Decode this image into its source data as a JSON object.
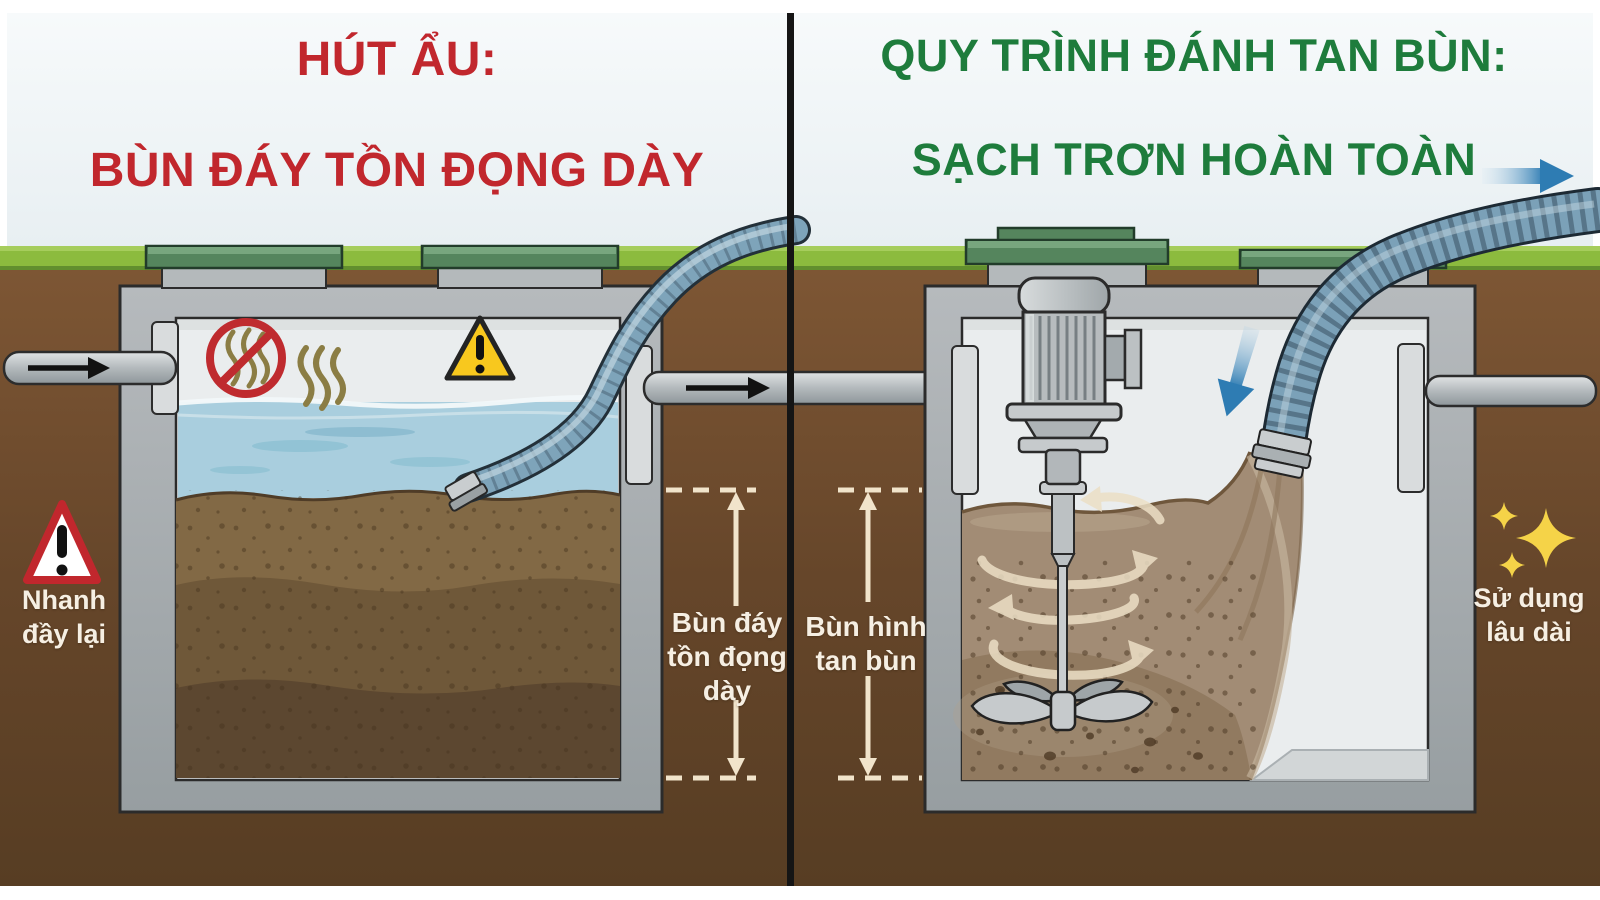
{
  "left_panel": {
    "title_line1": "HÚT ẨU:",
    "title_line2": "BÙN ĐÁY TỒN ĐỌNG DÀY",
    "title_color": "#c1272d",
    "warning_label": "Nhanh\nđầy lại",
    "measure_label": "Bùn đáy\ntồn đọng\ndày",
    "icons": [
      "warning-triangle-red",
      "no-odor-prohibition",
      "odor-squiggle",
      "warning-triangle-yellow",
      "flow-arrow-inlet",
      "flow-arrow-outlet"
    ]
  },
  "right_panel": {
    "title_line1": "QUY TRÌNH ĐÁNH TAN BÙN:",
    "title_line2": "SẠCH TRƠN HOÀN TOÀN",
    "title_color": "#1e7c3c",
    "measure_label": "Bùn hình\ntan bùn",
    "benefit_label": "Sử dụng\nlâu dài",
    "icons": [
      "sparkles",
      "flow-arrow-down-blue",
      "flow-arrow-right-blue",
      "mixer-motor",
      "propeller",
      "swirl-arrows",
      "suction-hose-corrugated"
    ]
  },
  "colors": {
    "title_red": "#c1272d",
    "title_green": "#1e7c3c",
    "sky": "#edf3f5",
    "grass": "#8cbb3e",
    "soil": "#6b4a2c",
    "concrete": "#a6abae",
    "tank_interior": "#eaedee",
    "water": "#a9cede",
    "sludge_left": "#7c6342",
    "sludge_mixed": "#a28c75",
    "hose_blue_gray": "#7ea4ba",
    "arrow_blue": "#2e7cb3",
    "warning_yellow": "#f8c81e",
    "prohibition_red": "#bf2b2f",
    "sparkle_yellow": "#f5d348",
    "measure_cream": "#f1e4cb"
  }
}
